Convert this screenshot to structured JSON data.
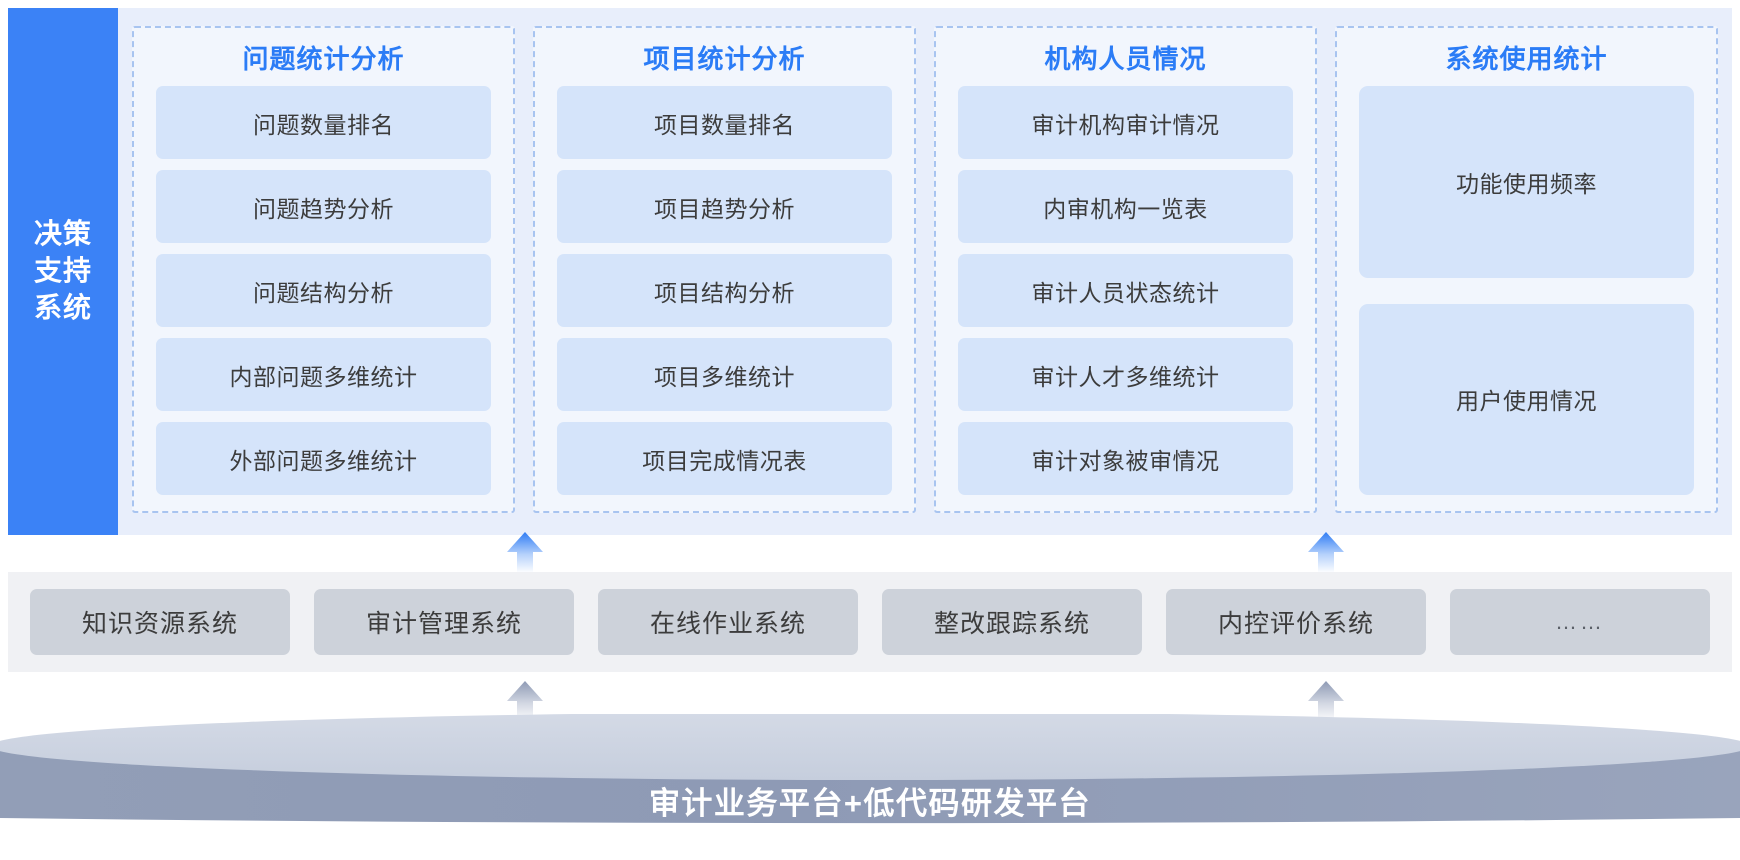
{
  "decision_support": {
    "sidebar_label": "决策支持系统",
    "sidebar_color": "#3b82f6",
    "groups": [
      {
        "title": "问题统计分析",
        "items": [
          "问题数量排名",
          "问题趋势分析",
          "问题结构分析",
          "内部问题多维统计",
          "外部问题多维统计"
        ]
      },
      {
        "title": "项目统计分析",
        "items": [
          "项目数量排名",
          "项目趋势分析",
          "项目结构分析",
          "项目多维统计",
          "项目完成情况表"
        ]
      },
      {
        "title": "机构人员情况",
        "items": [
          "审计机构审计情况",
          "内审机构一览表",
          "审计人员状态统计",
          "审计人才多维统计",
          "审计对象被审情况"
        ]
      },
      {
        "title": "系统使用统计",
        "items": [
          "功能使用频率",
          "用户使用情况"
        ]
      }
    ],
    "title_color": "#2b7cf6",
    "item_bg_color": "#d5e4fa"
  },
  "business_systems": {
    "items": [
      "知识资源系统",
      "审计管理系统",
      "在线作业系统",
      "整改跟踪系统",
      "内控评价系统",
      "……"
    ],
    "bar_bg_color": "#f0f1f4",
    "item_bg_color": "#cdd2da"
  },
  "platform": {
    "label": "审计业务平台+低代码研发平台",
    "top_color": "#ccd3e2",
    "body_color": "#8e9ab5",
    "text_color": "#ffffff"
  },
  "connectors": {
    "up_arrow_blue": "arrow-up-icon",
    "up_arrow_gray": "arrow-up-icon"
  }
}
